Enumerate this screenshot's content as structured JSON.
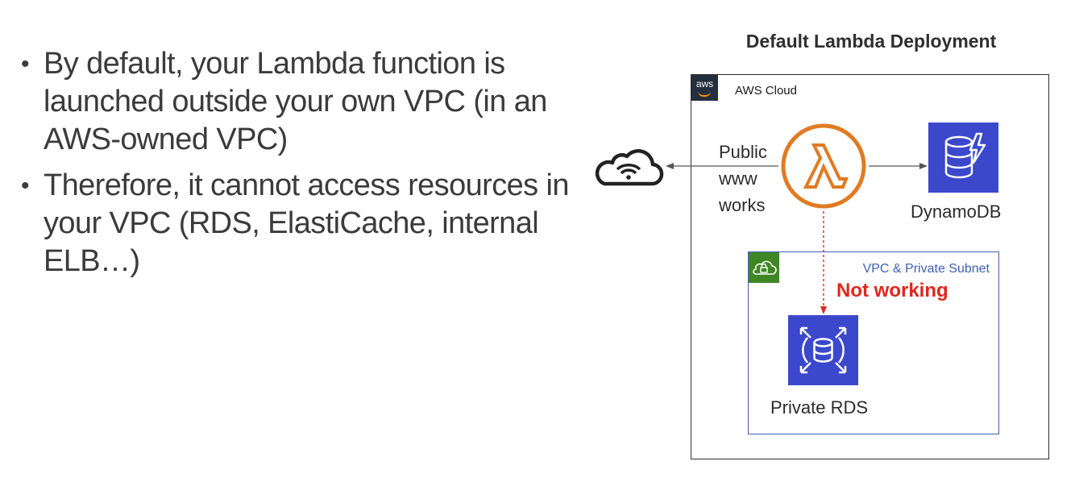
{
  "bullets": [
    "By default, your Lambda function is launched outside your own VPC (in an AWS-owned VPC)",
    "Therefore, it cannot access resources in your VPC (RDS, ElastiCache, internal ELB…)"
  ],
  "bullet_marker": "•",
  "diagram": {
    "title": "Default Lambda Deployment",
    "aws_badge": "aws",
    "cloud_label": "AWS Cloud",
    "vpc_label": "VPC & Private Subnet",
    "public_label_lines": [
      "Public",
      "www",
      "works"
    ],
    "not_working_label": "Not working",
    "dynamodb_label": "DynamoDB",
    "rds_label": "Private RDS",
    "icons": [
      "internet-cloud-icon",
      "lambda-icon",
      "dynamodb-icon",
      "rds-icon",
      "vpc-lock-icon"
    ],
    "colors": {
      "lambda": "#e07b24",
      "service_blue": "#3b48cc",
      "vpc_border": "#3f5fb5",
      "vpc_badge": "#3f8624",
      "not_working": "#e0261c",
      "aws_badge": "#232f3e"
    }
  }
}
